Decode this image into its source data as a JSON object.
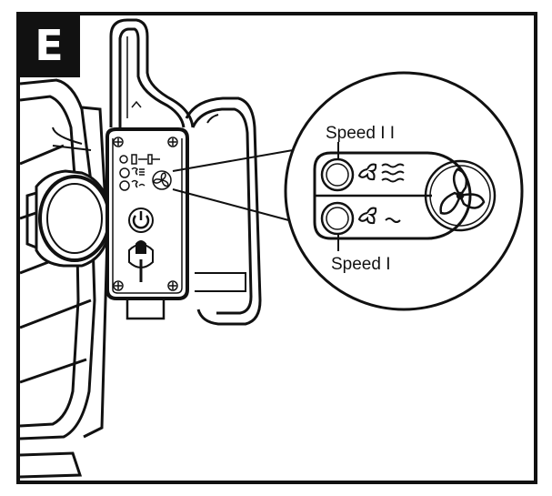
{
  "figure": {
    "step_label": "E"
  },
  "callout": {
    "speed_high_label": "Speed I I",
    "speed_low_label": "Speed I"
  },
  "icons": {
    "badge": "step-badge",
    "power": "power-icon",
    "fan": "fan-icon",
    "breeze_high": "fan-high-wind-icon",
    "breeze_low": "fan-low-wind-icon",
    "battery": "battery-indicator-icon"
  },
  "colors": {
    "ink": "#111111",
    "paper": "#ffffff",
    "badge_bg": "#111111",
    "badge_fg": "#ffffff"
  }
}
